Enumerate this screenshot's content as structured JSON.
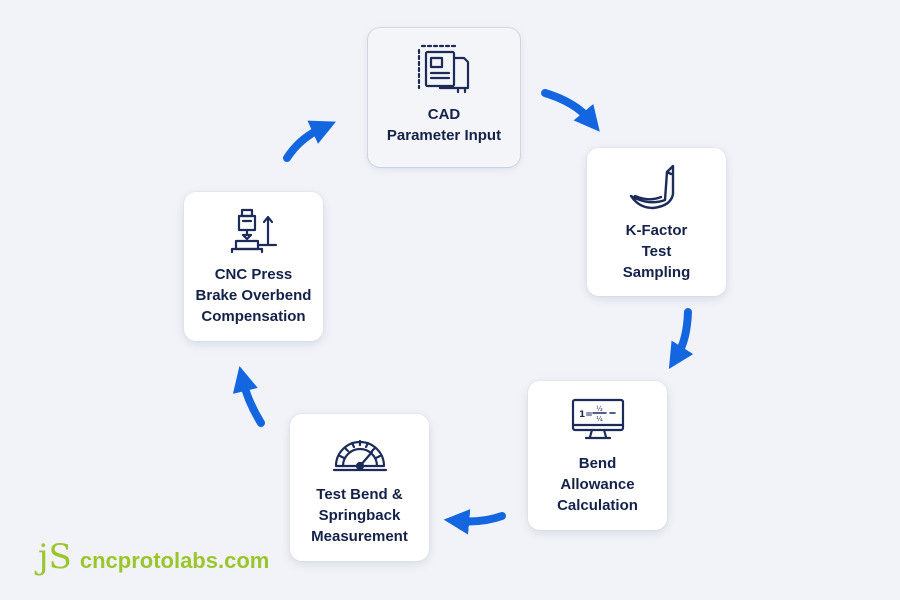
{
  "theme": {
    "background": "#f1f3f8",
    "card_background": "#ffffff",
    "text_color": "#14224a",
    "icon_color": "#1c2b5a",
    "arrow_color": "#1466e0",
    "brand_color": "#9bc52c"
  },
  "cycle": {
    "direction": "clockwise",
    "steps": [
      {
        "icon": "cad-drawing-icon",
        "label_lines": [
          "CAD",
          "Parameter Input"
        ]
      },
      {
        "icon": "bent-sheet-icon",
        "label_lines": [
          "K-Factor",
          "Test",
          "Sampling"
        ]
      },
      {
        "icon": "monitor-formula-icon",
        "label_lines": [
          "Bend",
          "Allowance",
          "Calculation"
        ]
      },
      {
        "icon": "protractor-gauge-icon",
        "label_lines": [
          "Test Bend &",
          "Springback",
          "Measurement"
        ]
      },
      {
        "icon": "press-brake-icon",
        "label_lines": [
          "CNC Press",
          "Brake Overbend",
          "Compensation"
        ]
      }
    ]
  },
  "brand": {
    "logo_text": "jS",
    "site": "cncprotolabs.com"
  }
}
